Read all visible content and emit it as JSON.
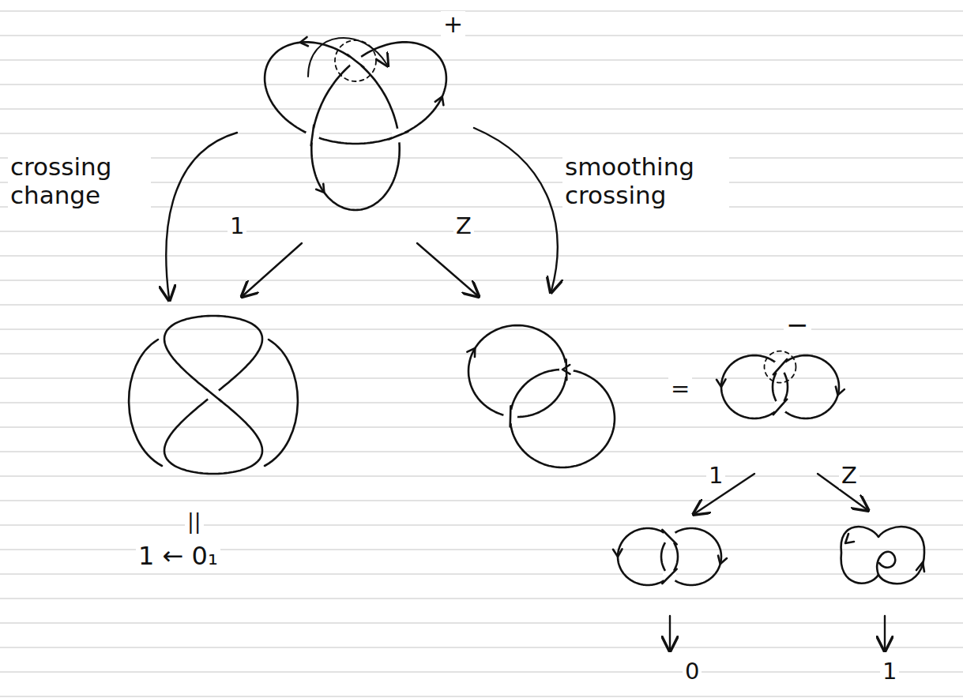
{
  "diagram": {
    "labels": [
      "+",
      "crossing change",
      "smoothing crossing",
      "1",
      "Z",
      "−",
      "=",
      "1",
      "Z",
      "||",
      "1 ← 0₁",
      "0",
      "1"
    ]
  }
}
